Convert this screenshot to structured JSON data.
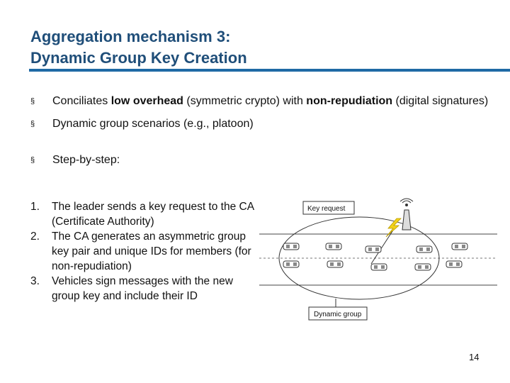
{
  "slide": {
    "title_line1": "Aggregation mechanism 3:",
    "title_line2": "Dynamic Group Key Creation",
    "bullet_marker": "§",
    "bullets": [
      {
        "parts": [
          {
            "text": "Conciliates ",
            "bold": false
          },
          {
            "text": "low overhead",
            "bold": true
          },
          {
            "text": " (symmetric crypto) with ",
            "bold": false
          },
          {
            "text": "non-repudiation",
            "bold": true
          },
          {
            "text": " (digital signatures)",
            "bold": false
          }
        ]
      },
      {
        "parts": [
          {
            "text": "Dynamic group scenarios (e.g., platoon)",
            "bold": false
          }
        ]
      },
      {
        "parts": [
          {
            "text": "Step-by-step:",
            "bold": false
          }
        ]
      }
    ],
    "steps": [
      {
        "num": "1.",
        "text": "The leader sends a key request to the CA (Certificate Authority)"
      },
      {
        "num": "2.",
        "text": "The CA generates an asymmetric group key pair and unique IDs for members (for non-repudiation)"
      },
      {
        "num": "3.",
        "text": "Vehicles sign messages with the new group key and include their ID"
      }
    ],
    "page_number": "14"
  },
  "figure": {
    "key_request_label": "Key request",
    "dynamic_group_label": "Dynamic group"
  },
  "colors": {
    "title": "#1f4e79",
    "rule": "#1f6aa5",
    "lightning": "#f2d21b"
  }
}
